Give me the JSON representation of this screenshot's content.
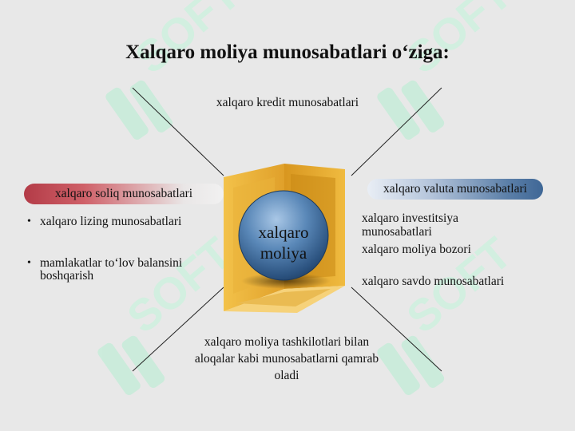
{
  "title": "Xalqaro moliya munosabatlari o‘ziga:",
  "center": {
    "line1": "xalqaro",
    "line2": "moliya"
  },
  "top_label": "xalqaro kredit munosabatlari",
  "left_pill": "xalqaro soliq munosabatlari",
  "right_pill": "xalqaro valuta munosabatlari",
  "left_bullets": [
    {
      "bullet": "•",
      "text": "xalqaro lizing munosabatlari"
    },
    {
      "bullet": "•",
      "text": "mamlakatlar to‘lov balansini boshqarish"
    }
  ],
  "right_items": [
    "xalqaro investitsiya munosabatlari",
    "xalqaro moliya bozori",
    "xalqaro savdo munosabatlari"
  ],
  "bottom_text": "xalqaro moliya tashkilotlari bilan aloqalar kabi munosabatlarni qamrab oladi",
  "watermark": {
    "text": "SOFT",
    "color": "#c7ecd9"
  },
  "colors": {
    "background": "#e8e8e8",
    "red_pill": "#b33b47",
    "blue_pill": "#3f6796",
    "cube_gold": "#e2a92e",
    "sphere_blue": "#2f5a8a"
  }
}
